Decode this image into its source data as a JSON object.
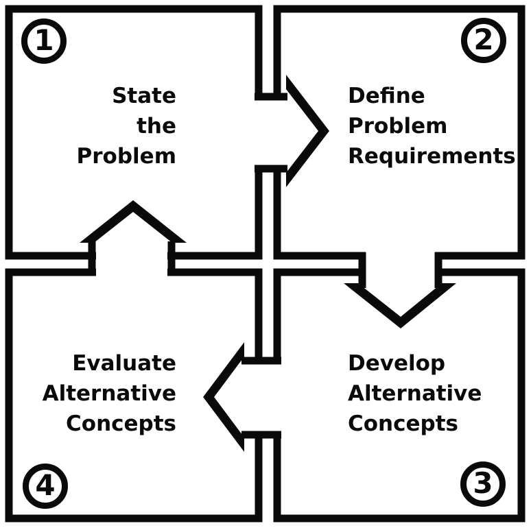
{
  "figure": {
    "type": "process-cycle-puzzle-diagram",
    "background": "#ffffff",
    "ink": "#0a0a0a",
    "steps": [
      {
        "number": "1",
        "position": "top-left",
        "lines": [
          "State",
          "the",
          "Problem"
        ]
      },
      {
        "number": "2",
        "position": "top-right",
        "lines": [
          "Define",
          "Problem",
          "Requirements"
        ]
      },
      {
        "number": "3",
        "position": "bottom-right",
        "lines": [
          "Develop",
          "Alternative",
          "Concepts"
        ]
      },
      {
        "number": "4",
        "position": "bottom-left",
        "lines": [
          "Evaluate",
          "Alternative",
          "Concepts"
        ]
      }
    ],
    "arrows": [
      {
        "from": "1",
        "to": "2",
        "direction": "right"
      },
      {
        "from": "2",
        "to": "3",
        "direction": "down"
      },
      {
        "from": "3",
        "to": "4",
        "direction": "left"
      },
      {
        "from": "4",
        "to": "1",
        "direction": "up"
      }
    ]
  }
}
